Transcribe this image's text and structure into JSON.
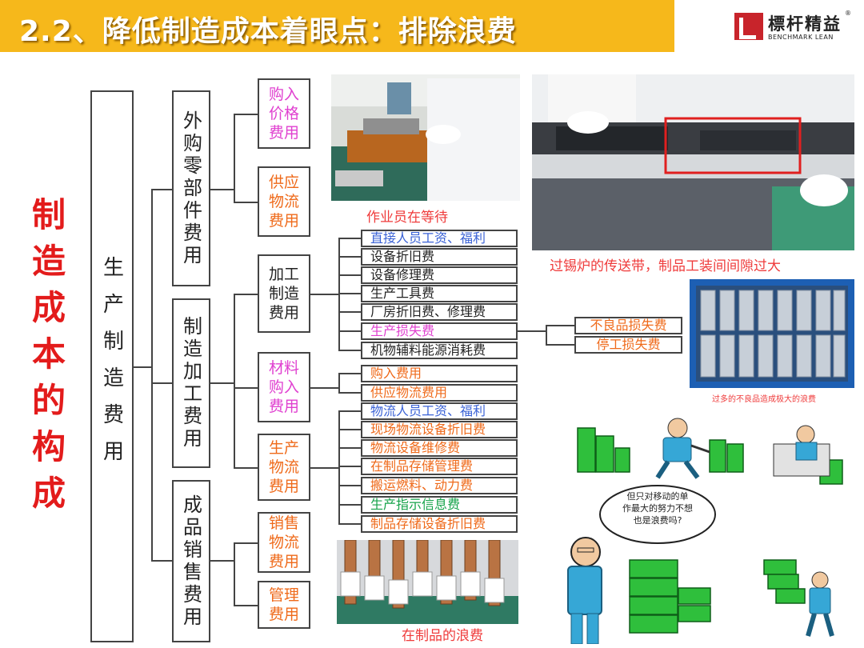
{
  "header": {
    "title": "2.2、降低制造成本着眼点：排除浪费",
    "logo_name": "標杆精益",
    "logo_sub": "BENCHMARK LEAN",
    "logo_reg": "®"
  },
  "diagram": {
    "main_label": "制造成本的构成",
    "level1": "生产制造费用",
    "level2": [
      "外购零部件费用",
      "制造加工费用",
      "成品销售费用"
    ],
    "level3": [
      {
        "label": "购入\n价格\n费用",
        "color": "pink"
      },
      {
        "label": "供应\n物流\n费用",
        "color": "orange"
      },
      {
        "label": "加工\n制造\n费用",
        "color": "black"
      },
      {
        "label": "材料\n购入\n费用",
        "color": "pink"
      },
      {
        "label": "生产\n物流\n费用",
        "color": "orange"
      },
      {
        "label": "销售\n物流\n费用",
        "color": "orange"
      },
      {
        "label": "管理\n费用",
        "color": "orange"
      }
    ],
    "processing_items": [
      {
        "label": "直接人员工资、福利",
        "color": "#3a62d6"
      },
      {
        "label": "设备折旧费",
        "color": "#222222"
      },
      {
        "label": "设备修理费",
        "color": "#222222"
      },
      {
        "label": "生产工具费",
        "color": "#222222"
      },
      {
        "label": "厂房折旧费、修理费",
        "color": "#222222"
      },
      {
        "label": "生产损失费",
        "color": "#e040d0"
      },
      {
        "label": "机物辅料能源消耗费",
        "color": "#222222"
      }
    ],
    "loss_items": [
      "不良品损失费",
      "停工损失费"
    ],
    "material_items": [
      {
        "label": "购入费用",
        "color": "#ef6a1a"
      },
      {
        "label": "供应物流费用",
        "color": "#ef6a1a"
      }
    ],
    "logistics_items": [
      {
        "label": "物流人员工资、福利",
        "color": "#3a62d6"
      },
      {
        "label": "现场物流设备折旧费",
        "color": "#ef6a1a"
      },
      {
        "label": "物流设备维修费",
        "color": "#ef6a1a"
      },
      {
        "label": "在制品存储管理费",
        "color": "#ef6a1a"
      },
      {
        "label": "搬运燃料、动力费",
        "color": "#ef6a1a"
      },
      {
        "label": "生产指示信息费",
        "color": "#16a34a"
      },
      {
        "label": "制品存储设备折旧费",
        "color": "#ef6a1a"
      }
    ]
  },
  "photos": {
    "caption_waiting": "作业员在等待",
    "caption_conveyor": "过锡炉的传送带，制品工装间间隙过大",
    "caption_defect": "过多的不良品造成极大的浪费",
    "caption_wip": "在制品的浪费",
    "bubble_text": "但只对移动的单\n作最大的努力不想\n也是浪费吗?"
  },
  "colors": {
    "title_bar": "#f6b81b",
    "main_red": "#e31b1b",
    "caption_red": "#ef3b3b",
    "pink": "#e040d0",
    "orange": "#ef6a1a",
    "blue": "#3a62d6",
    "green": "#16a34a"
  }
}
